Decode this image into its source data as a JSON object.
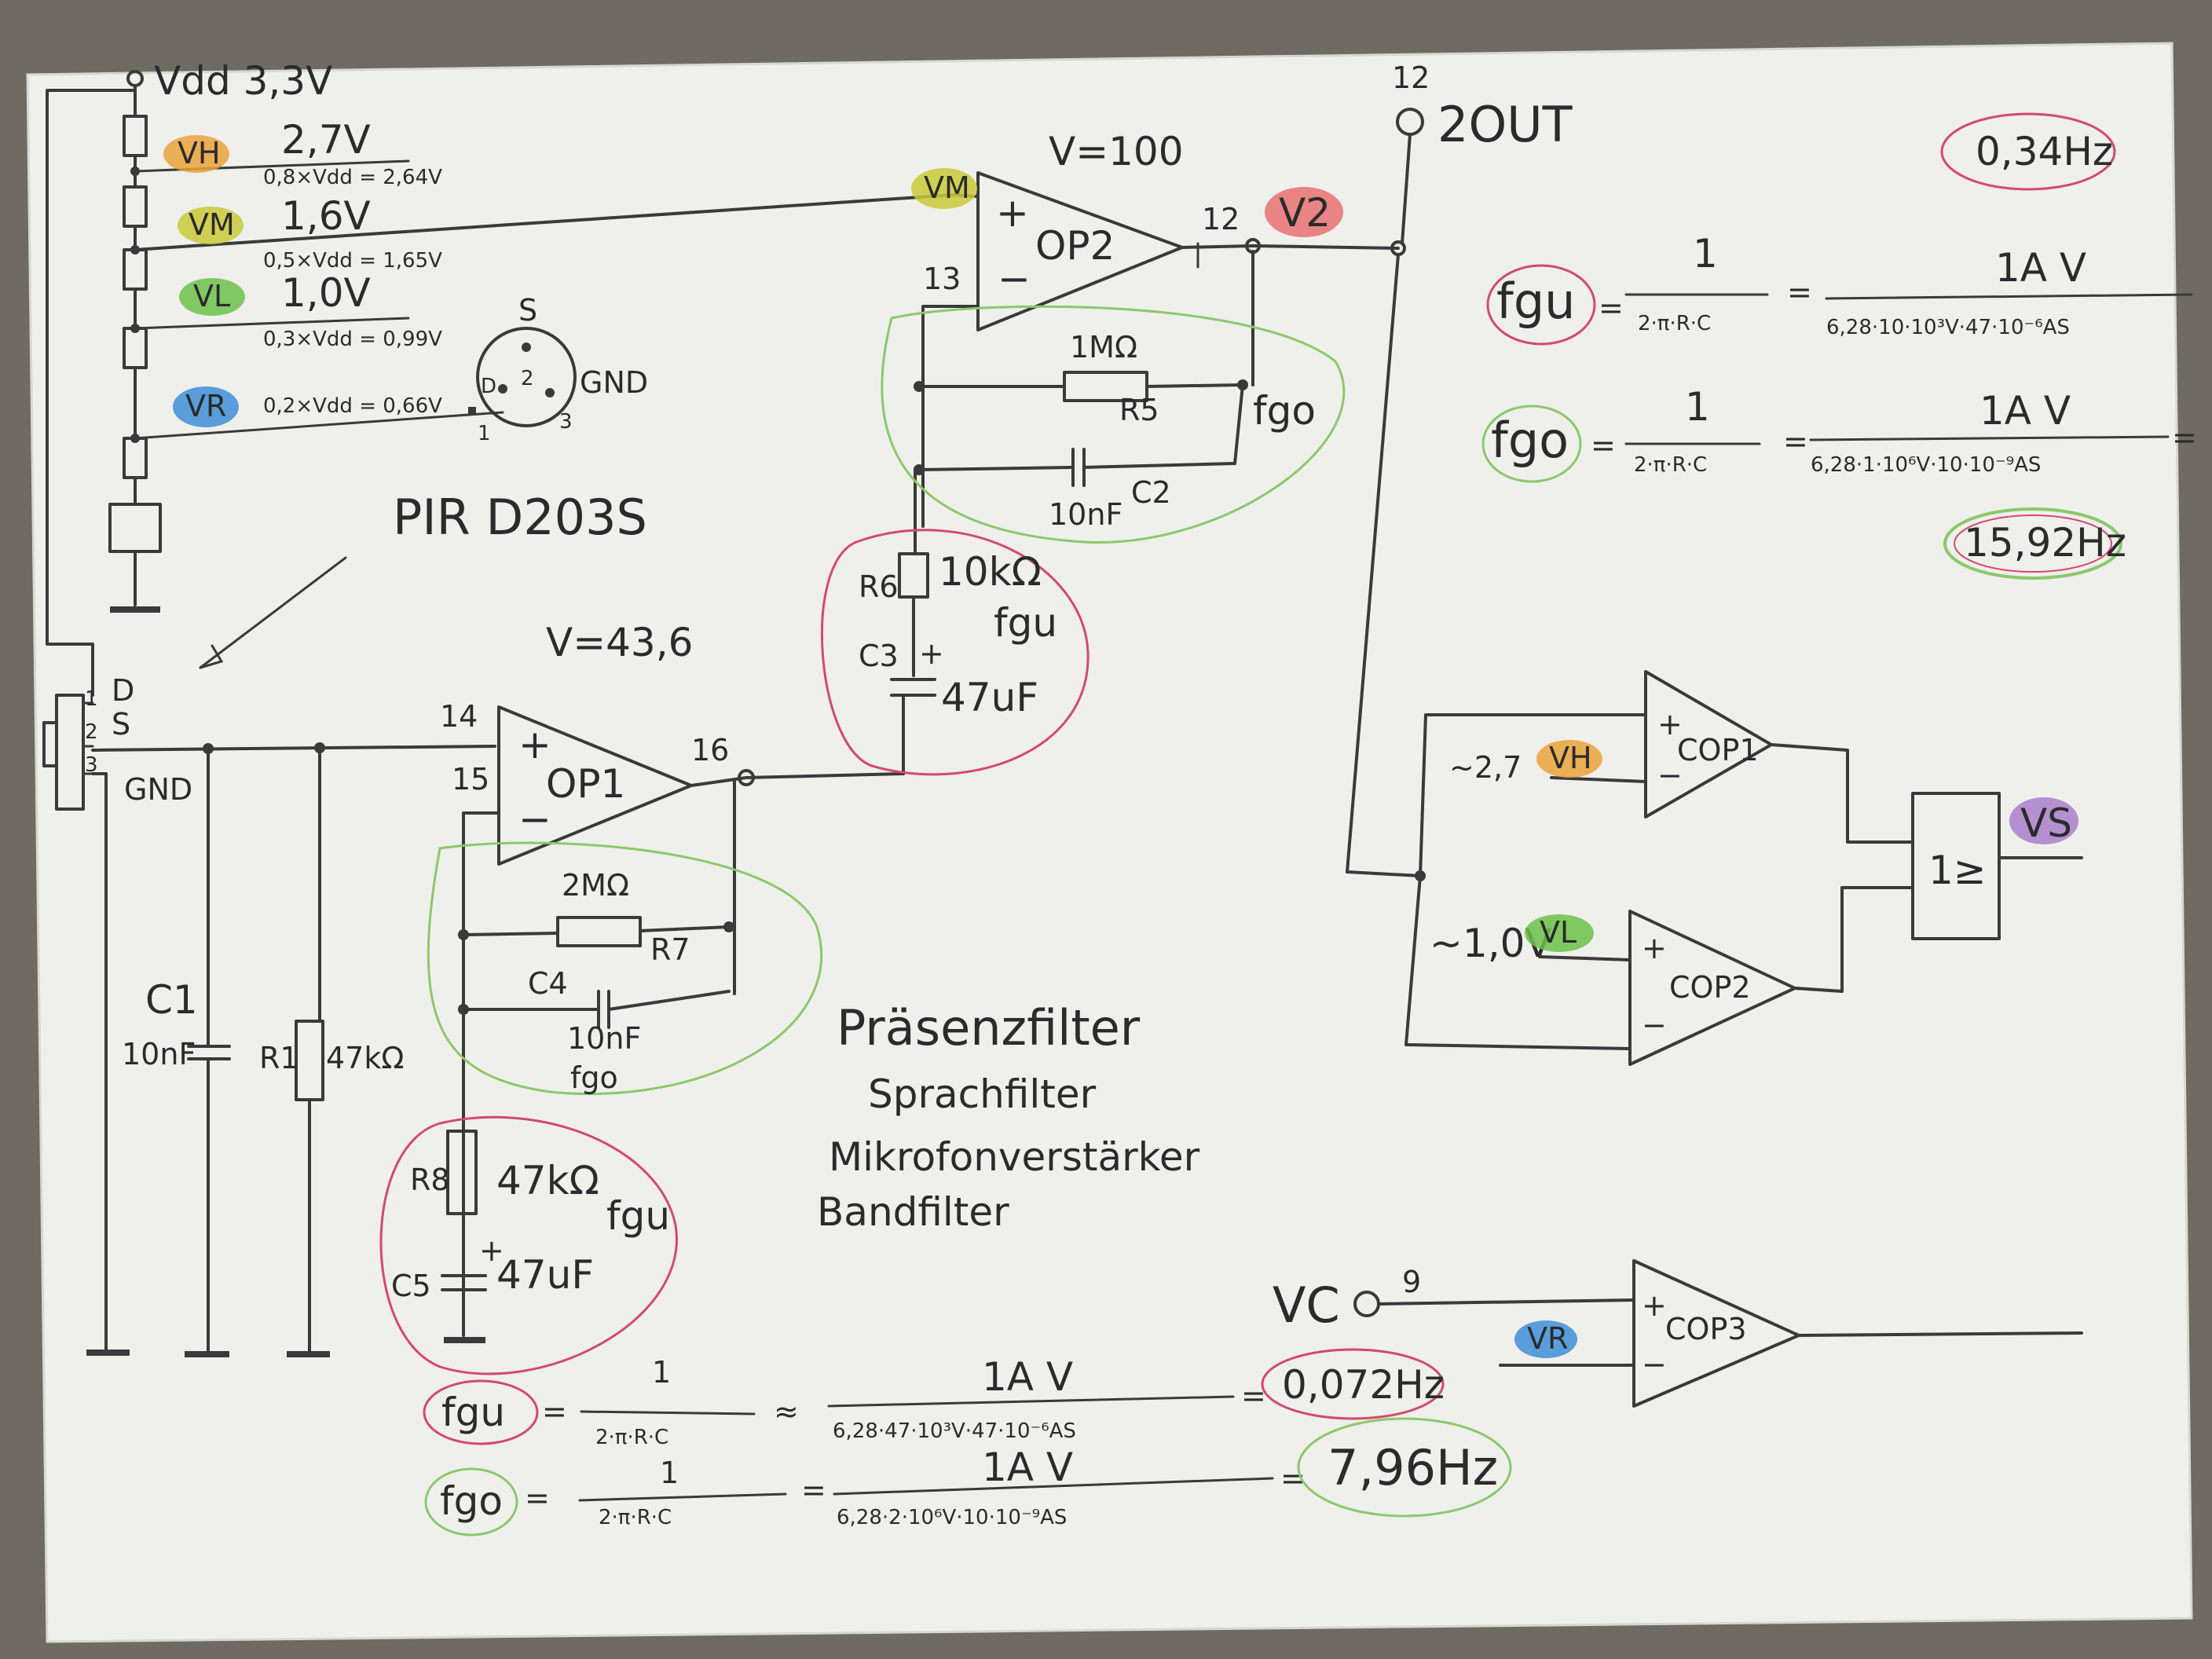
{
  "colors": {
    "paper": "#efefec",
    "ink": "#3a3a3a",
    "vh": "#e9a23b",
    "vm": "#c9c93a",
    "vl": "#6cc24a",
    "vr": "#3f8ed8",
    "v2": "#e66a6a",
    "vs": "#a070c8",
    "ring_red": "#d24a6e",
    "ring_green": "#8cc86a"
  },
  "supply": {
    "vdd": "Vdd 3,3V",
    "vh_tag": "VH",
    "vh_val": "2,7V",
    "vh_calc": "0,8×Vdd = 2,64V",
    "vm_tag": "VM",
    "vm_val": "1,6V",
    "vm_calc": "0,5×Vdd = 1,65V",
    "vl_tag": "VL",
    "vl_val": "1,0V",
    "vl_calc": "0,3×Vdd = 0,99V",
    "vr_tag": "VR",
    "vr_val": "0,2×Vdd = 0,66V"
  },
  "sensor": {
    "pin_s": "S",
    "pin_2": "2",
    "pin_d": "D",
    "pin_gnd": "GND",
    "pin_1": "1",
    "pin_3": "3",
    "name": "PIR D203S",
    "conn_1": "1",
    "conn_d": "D",
    "conn_2": "2",
    "conn_s": "S",
    "conn_3": "3",
    "conn_gnd": "GND"
  },
  "stage1": {
    "gain": "V=43,6",
    "opamp": "OP1",
    "plus": "+",
    "minus": "−",
    "pin_in_plus": "14",
    "pin_in_minus": "15",
    "pin_out": "16",
    "r7_val": "2MΩ",
    "r7": "R7",
    "c4": "C4",
    "c4_val": "10nF",
    "c4_fg": "fgo",
    "r8": "R8",
    "r8_val": "47kΩ",
    "r8_fg": "fgu",
    "c5": "C5",
    "c5_plus": "+",
    "c5_val": "47uF",
    "c1": "C1",
    "c1_val": "10nF",
    "r1": "R1",
    "r1_val": "47kΩ"
  },
  "stage2": {
    "gain": "V=100",
    "tag": "VM",
    "opamp": "OP2",
    "plus": "+",
    "minus": "−",
    "pin_minus": "13",
    "pin_out": "12",
    "out_tag": "V2",
    "r5_val": "1MΩ",
    "r5": "R5",
    "fgo": "fgo",
    "c2_val": "10nF",
    "c2": "C2",
    "r6": "R6",
    "r6_val": "10kΩ",
    "fgu": "fgu",
    "c3": "C3",
    "c3_plus": "+",
    "c3_val": "47uF"
  },
  "output": {
    "pin": "12",
    "label": "2OUT"
  },
  "comparator": {
    "vh_approx": "~2,7",
    "vh_tag": "VH",
    "cop1": "COP1",
    "cop1_plus": "+",
    "cop1_minus": "−",
    "vl_approx": "~1,0V",
    "vl_tag": "VL",
    "cop2": "COP2",
    "cop2_plus": "+",
    "cop2_minus": "−",
    "or_gate": "1≥",
    "vs_tag": "VS",
    "vc_label": "VC",
    "vc_pin": "9",
    "vr_tag": "VR",
    "cop3": "COP3",
    "cop3_plus": "+",
    "cop3_minus": "−"
  },
  "notes": {
    "line1": "Präsenzfilter",
    "line2": "Sprachfilter",
    "line3": "Mikrofonverstärker",
    "line4": "Bandfilter"
  },
  "formulas": {
    "top_result": "0,34Hz",
    "fgu_top_label": "fgu",
    "fgu_top_num": "1",
    "fgu_top_den": "2·π·R·C",
    "fgu_top_rhs_num": "1A   V",
    "fgu_top_rhs_den": "6,28·10·10³V·47·10⁻⁶AS",
    "fgo_top_label": "fgo",
    "fgo_top_num": "1",
    "fgo_top_den": "2·π·R·C",
    "fgo_top_rhs_num": "1A   V",
    "fgo_top_rhs_den": "6,28·1·10⁶V·10·10⁻⁹AS",
    "fgo_top_result": "15,92Hz",
    "fgu_bot_label": "fgu",
    "fgu_bot_num": "1",
    "fgu_bot_den": "2·π·R·C",
    "fgu_bot_rhs_num": "1A   V",
    "fgu_bot_rhs_den": "6,28·47·10³V·47·10⁻⁶AS",
    "fgu_bot_result": "0,072Hz",
    "fgo_bot_label": "fgo",
    "fgo_bot_num": "1",
    "fgo_bot_den": "2·π·R·C",
    "fgo_bot_rhs_num": "1A   V",
    "fgo_bot_rhs_den": "6,28·2·10⁶V·10·10⁻⁹AS",
    "fgo_bot_result": "7,96Hz",
    "eq": "=",
    "approx": "≈"
  }
}
